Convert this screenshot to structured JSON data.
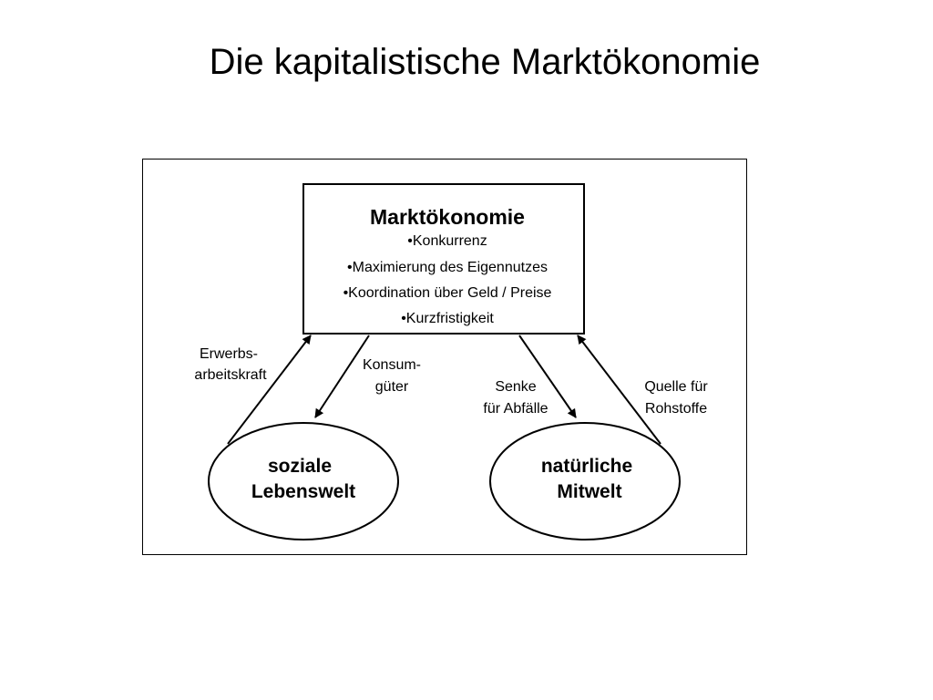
{
  "page": {
    "title": "Die kapitalistische Marktökonomie"
  },
  "diagram": {
    "market_box": {
      "heading": "Marktökonomie",
      "items": [
        "•Konkurrenz",
        "•Maximierung des Eigennutzes",
        "•Koordination über Geld / Preise",
        "•Kurzfristigkeit"
      ]
    },
    "nodes": {
      "social": {
        "line1": "soziale",
        "line2": "Lebenswelt"
      },
      "nature": {
        "line1": "natürliche",
        "line2": "Mitwelt"
      }
    },
    "flows": {
      "labor": {
        "line1": "Erwerbs-",
        "line2": "arbeitskraft"
      },
      "consumer_goods": {
        "line1": "Konsum-",
        "line2": "güter"
      },
      "waste_sink": {
        "line1": "Senke",
        "line2": "für Abfälle"
      },
      "raw_source": {
        "line1": "Quelle für",
        "line2": "Rohstoffe"
      }
    }
  }
}
